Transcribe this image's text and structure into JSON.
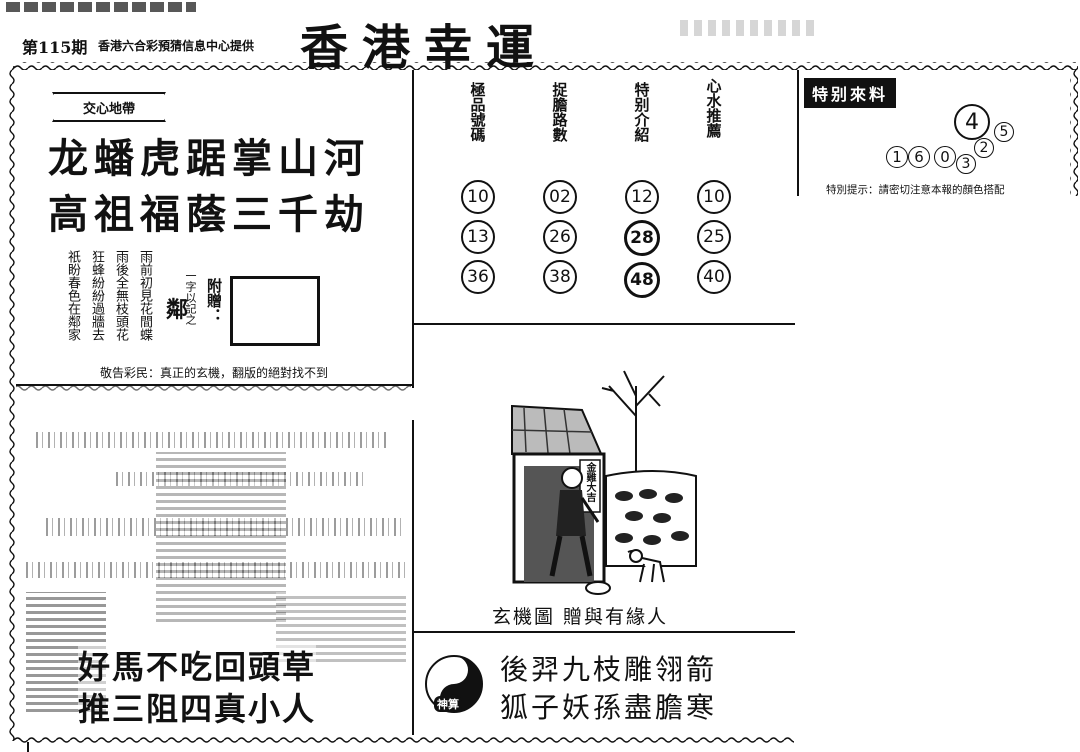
{
  "header": {
    "issue": "第115期",
    "provider": "香港六合彩預猜信息中心提供",
    "title": "香港幸運"
  },
  "heart_box": {
    "tag": "交心地帶",
    "poem_line1": "龙蟠虎踞掌山河",
    "poem_line2": "高祖福蔭三千劫",
    "small_cols": [
      "雨前初見花間蝶",
      "雨後全無枝頭花",
      "狂蜂紛紛過牆去",
      "祇盼春色在鄰家"
    ],
    "riddle_hint": "一字以記之",
    "attach_label": "附贈：",
    "attach_char": "鄰",
    "notice": "敬告彩民：真正的玄機，翻版的絕對找不到"
  },
  "numbers_table": {
    "columns": [
      {
        "header": "極品號碼",
        "values": [
          "10",
          "13",
          "36"
        ]
      },
      {
        "header": "捉膽路數",
        "values": [
          "02",
          "26",
          "38"
        ]
      },
      {
        "header": "特别介紹",
        "values": [
          "12",
          "28",
          "48"
        ]
      },
      {
        "header": "心水推薦",
        "values": [
          "10",
          "25",
          "40"
        ]
      }
    ]
  },
  "special": {
    "title": "特别來料",
    "big_number": "4",
    "row_numbers": [
      "1",
      "6",
      "0",
      "3",
      "2",
      "5"
    ],
    "tip": "特別提示：請密切注意本報的顏色搭配"
  },
  "picture": {
    "sign": "金雞大吉",
    "caption": "玄機圖 贈與有緣人"
  },
  "bottom_left": {
    "line1": "好馬不吃回頭草",
    "line2": "推三阻四真小人"
  },
  "bottom_right": {
    "badge": "神算",
    "line1": "後羿九枝雕翎箭",
    "line2": "狐子妖孫盡膽寒"
  }
}
